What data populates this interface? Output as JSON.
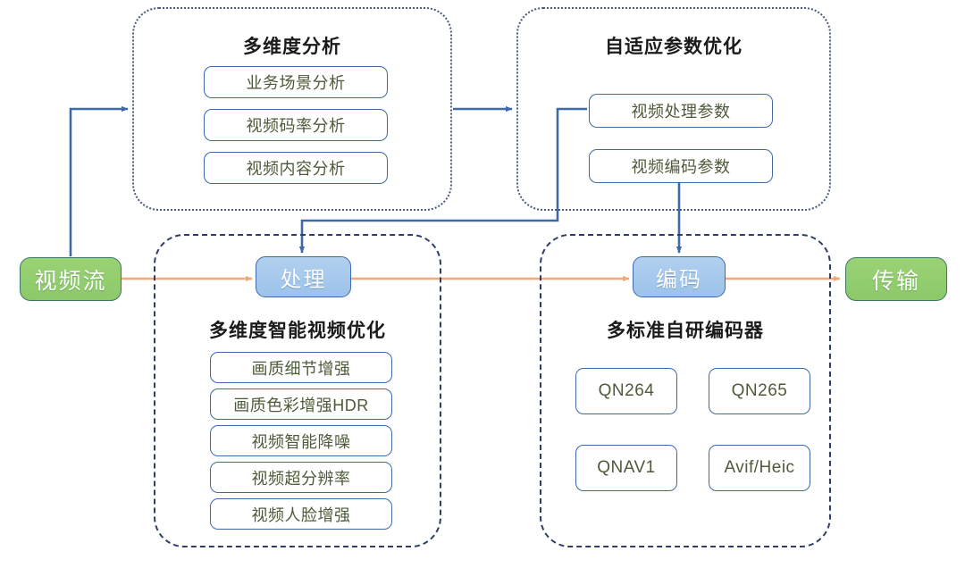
{
  "diagram": {
    "title": "",
    "colors": {
      "flow_line": "#f3a97a",
      "control_line": "#3f6aa8",
      "panel_dotted_border": "#4a5a80",
      "panel_dashed_border": "#2e3d68",
      "pill_border": "#3f6aa8",
      "pill_text": "#4e5b3a",
      "stage_fill": "#9cc3ea",
      "endpoint_fill": "#8cc96a",
      "title_text": "#1b1b1b"
    }
  },
  "endpoints": {
    "source": {
      "label": "视频流"
    },
    "sink": {
      "label": "传输"
    }
  },
  "stages": {
    "process": {
      "label": "处理"
    },
    "encode": {
      "label": "编码"
    }
  },
  "panels": {
    "analysis": {
      "title": "多维度分析",
      "items": [
        {
          "label": "业务场景分析"
        },
        {
          "label": "视频码率分析"
        },
        {
          "label": "视频内容分析"
        }
      ]
    },
    "adaptive": {
      "title": "自适应参数优化",
      "items": [
        {
          "label": "视频处理参数"
        },
        {
          "label": "视频编码参数"
        }
      ]
    },
    "optimize": {
      "title": "多维度智能视频优化",
      "items": [
        {
          "label": "画质细节增强"
        },
        {
          "label": "画质色彩增强HDR"
        },
        {
          "label": "视频智能降噪"
        },
        {
          "label": "视频超分辨率"
        },
        {
          "label": "视频人脸增强"
        }
      ]
    },
    "encoders": {
      "title": "多标准自研编码器",
      "items": [
        {
          "label": "QN264"
        },
        {
          "label": "QN265"
        },
        {
          "label": "QNAV1"
        },
        {
          "label": "Avif/Heic"
        }
      ]
    }
  }
}
